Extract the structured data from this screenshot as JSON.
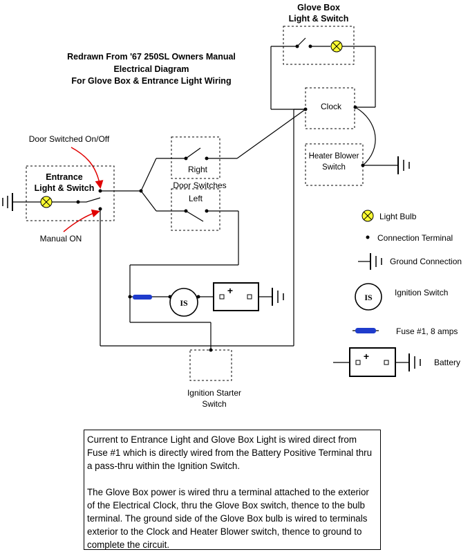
{
  "title": {
    "line1": "Redrawn From '67 250SL Owners Manual",
    "line2": "Electrical Diagram",
    "line3": "For Glove Box & Entrance Light Wiring"
  },
  "glove_box": {
    "line1": "Glove Box",
    "line2": "Light & Switch"
  },
  "clock_label": "Clock",
  "heater": {
    "line1": "Heater Blower",
    "line2": "Switch"
  },
  "door_switched_label": "Door Switched On/Off",
  "entrance": {
    "line1": "Entrance",
    "line2": "Light & Switch"
  },
  "manual_on_label": "Manual ON",
  "door_switches": {
    "right": "Right",
    "title": "Door Switches",
    "left": "Left"
  },
  "ignition_starter": {
    "line1": "Ignition Starter",
    "line2": "Switch"
  },
  "is_symbol": "IS",
  "battery_plus": "+",
  "legend": {
    "light_bulb": "Light Bulb",
    "connection_terminal": "Connection Terminal",
    "ground_connection": "Ground Connection",
    "ignition_switch": "Ignition Switch",
    "fuse": "Fuse #1, 8 amps",
    "battery": "Battery"
  },
  "colors": {
    "bulb": "#ffff33",
    "fuse": "#1f3ccc",
    "arrow": "#e00000"
  },
  "note": {
    "paragraph1": "Current to Entrance Light and Glove Box Light is wired direct from Fuse #1 which is directly wired from the Battery Positive Terminal thru a pass-thru within the Ignition Switch.",
    "paragraph2": "The Glove Box power is wired thru a terminal attached to the exterior of the Electrical Clock, thru the Glove Box switch, thence to the bulb terminal.  The ground side of the Glove Box bulb is wired to terminals exterior to the Clock and Heater Blower switch, thence to ground to complete the circuit."
  }
}
